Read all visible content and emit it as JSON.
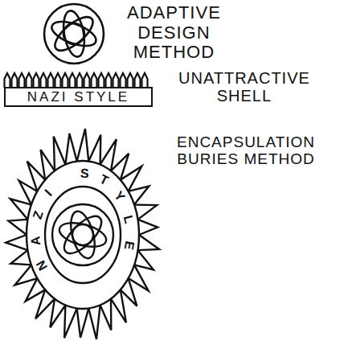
{
  "diagram": {
    "nodes": [
      {
        "text": [
          "NAZI STYLE"
        ]
      },
      {
        "text": [
          "NAZI STYLE"
        ]
      }
    ],
    "labels": [
      "ADAPTIVE DESIGN METHOD",
      "UNATTRACTIVE SHELL",
      "ENCAPSULATION BURIES METHOD"
    ]
  }
}
